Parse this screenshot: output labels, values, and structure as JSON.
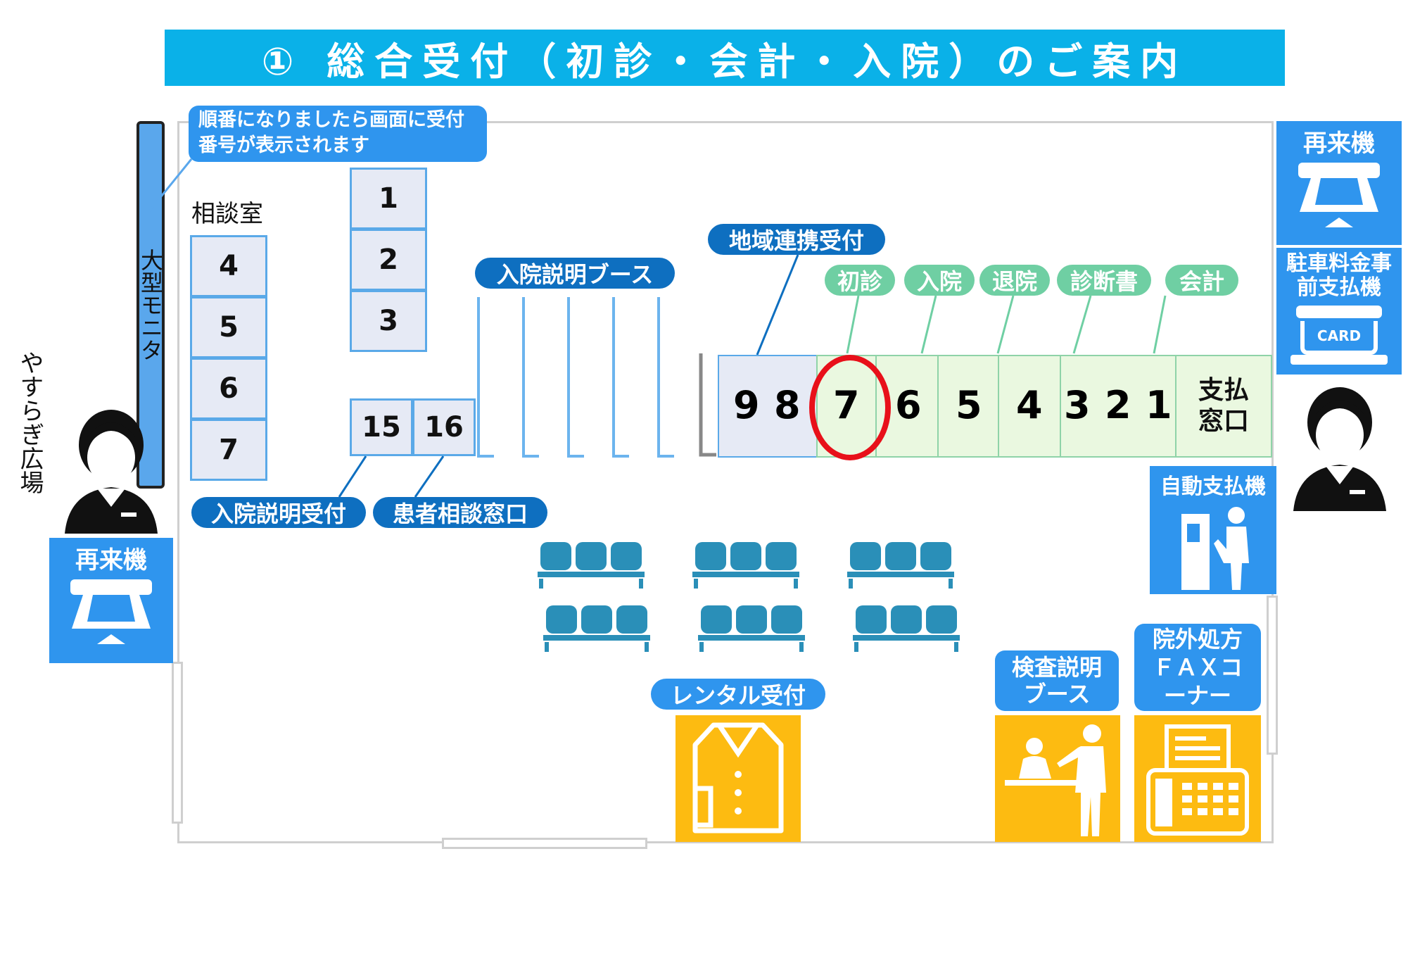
{
  "title": "① 総合受付（初診・会計・入院）のご案内",
  "monitor": {
    "callout": "順番になりましたら画面に受付番号が表示されます",
    "label": "大型モニタ"
  },
  "left_area": {
    "plaza": "やすらぎ広場",
    "kiosk": "再来機"
  },
  "consult": {
    "label": "相談室",
    "rooms_left": [
      "4",
      "5",
      "6",
      "7"
    ],
    "rooms_center": [
      "1",
      "2",
      "3"
    ],
    "rooms_lower": [
      "15",
      "16"
    ]
  },
  "labels": {
    "admission_desk": "入院説明受付",
    "patient_consult": "患者相談窓口",
    "admission_booth": "入院説明ブース",
    "regional": "地域連携受付",
    "rental": "レンタル受付",
    "exam_booth": "検査説明ブース",
    "fax_corner": "院外処方ＦＡＸコーナー"
  },
  "counter": {
    "windows": [
      "9",
      "8",
      "7",
      "6",
      "5",
      "4",
      "3",
      "2",
      "1"
    ],
    "payment": "支払窓口",
    "highlight": "7",
    "categories": [
      "初診",
      "入院",
      "退院",
      "診断書",
      "会計"
    ]
  },
  "right_area": {
    "kiosk_top": "再来機",
    "parking": "駐車料金事前支払機",
    "card": "CARD",
    "auto_pay": "自動支払機"
  },
  "colors": {
    "title_bg": "#0ab1e8",
    "label_blue": "#0e6fc0",
    "label_green": "#6fcfa3",
    "machine_blue": "#2f95ee",
    "icon_orange": "#fdbb11",
    "seat": "#2a8fb8",
    "highlight": "#e8101a"
  },
  "icons": [
    "staff-person-icon",
    "ticket-machine-icon",
    "card-machine-icon",
    "atm-person-icon",
    "waiting-seats-icon",
    "shirt-icon",
    "reception-desk-icon",
    "fax-machine-icon"
  ]
}
